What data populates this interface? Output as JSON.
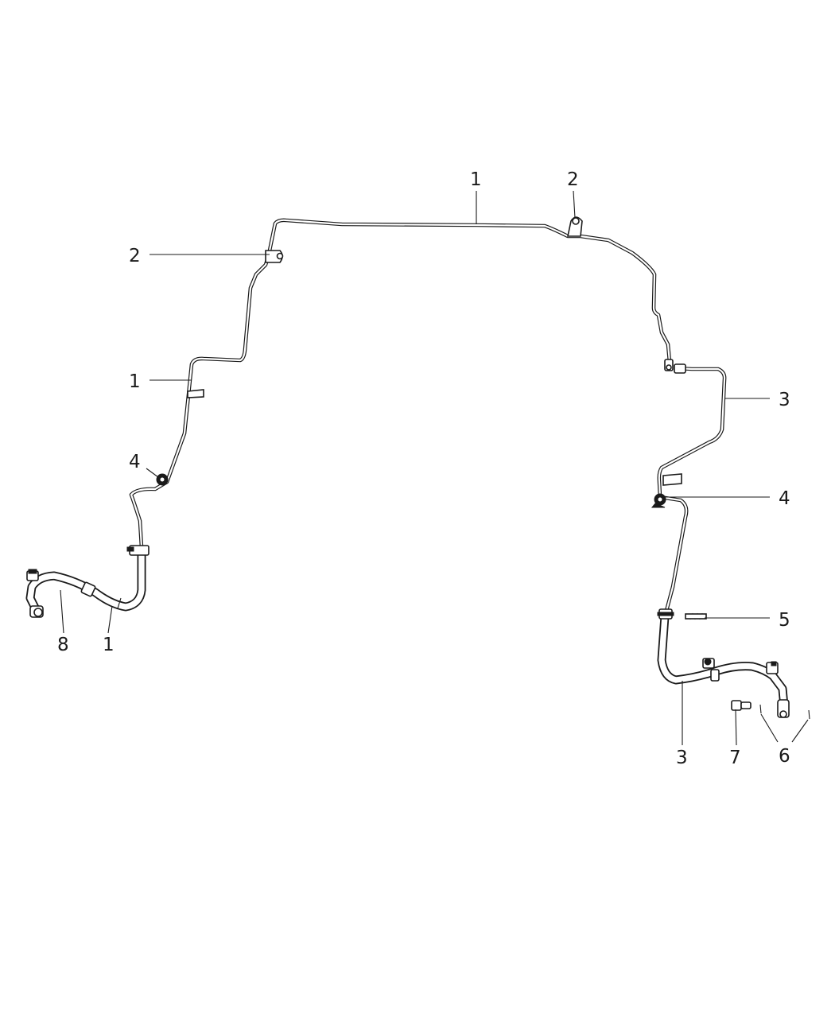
{
  "callouts": {
    "top_line": "1",
    "top_clip": "2",
    "left_clip": "2",
    "left_line": "1",
    "right_line": "3",
    "left_retainer": "4",
    "right_retainer": "4",
    "spring": "5",
    "bottom_left_hose": "8",
    "bottom_left_line": "1",
    "bottom_right_line": "3",
    "fitting": "7",
    "clips_pair": "6"
  }
}
